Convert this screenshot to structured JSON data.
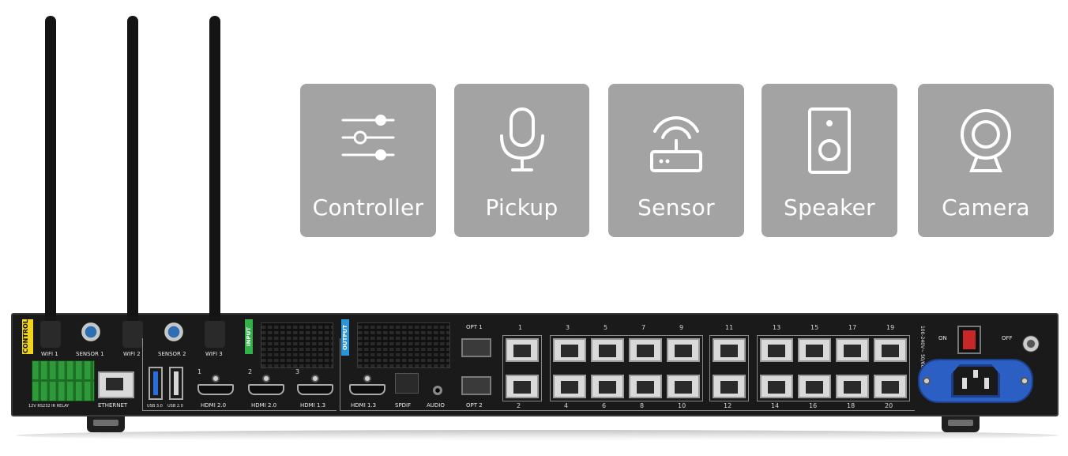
{
  "tiles": [
    {
      "label": "Controller",
      "icon": "sliders-icon"
    },
    {
      "label": "Pickup",
      "icon": "microphone-icon"
    },
    {
      "label": "Sensor",
      "icon": "router-icon"
    },
    {
      "label": "Speaker",
      "icon": "speaker-icon"
    },
    {
      "label": "Camera",
      "icon": "webcam-icon"
    }
  ],
  "device": {
    "control_tag": "CONTROL",
    "input_tag": "INPUT",
    "output_tag": "OUTPUT",
    "control_sub": "12V RS232 IR RELAY",
    "wifi1": "WIFI 1",
    "wifi2": "WIFI 2",
    "wifi3": "WIFI 3",
    "sensor1": "SENSOR 1",
    "sensor2": "SENSOR 2",
    "ethernet": "ETHERNET",
    "usb30": "USB 3.0",
    "usb20": "USB 2.0",
    "hdmi_in": [
      {
        "num": "1",
        "label": "HDMI 2.0"
      },
      {
        "num": "2",
        "label": "HDMI 2.0"
      },
      {
        "num": "3",
        "label": "HDMI 1.3"
      }
    ],
    "hdmi_out": "HDMI 1.3",
    "spdif": "SPDIF",
    "audio": "AUDIO",
    "opt1": "OPT 1",
    "opt2": "OPT 2",
    "port_numbers_top": [
      "1",
      "3",
      "5",
      "7",
      "9",
      "11",
      "13",
      "15",
      "17",
      "19"
    ],
    "port_numbers_bottom": [
      "2",
      "4",
      "6",
      "8",
      "10",
      "12",
      "14",
      "16",
      "18",
      "20"
    ],
    "power_rating": "100-240V~ 50/60Hz",
    "on": "ON",
    "off": "OFF",
    "colors": {
      "tile_bg": "#a3a3a3",
      "control_tag": "#f2d41c",
      "input_tag": "#33b24a",
      "output_tag": "#2a95d8",
      "iec": "#2b5fc4"
    }
  }
}
